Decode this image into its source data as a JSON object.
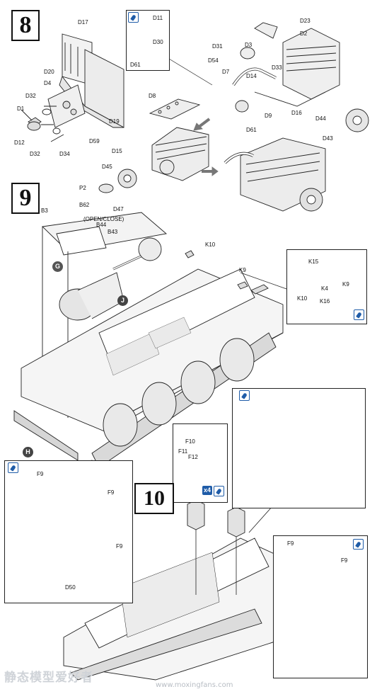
{
  "steps": {
    "s8": "8",
    "s9": "9",
    "s10": "10"
  },
  "step8_labels": {
    "d17": "D17",
    "d20": "D20",
    "d4": "D4",
    "d32a": "D32",
    "d1": "D1",
    "d12": "D12",
    "d32b": "D32",
    "d34": "D34",
    "d59": "D59",
    "d19": "D19",
    "d8": "D8",
    "d15": "D15",
    "d45": "D45",
    "p2": "P2",
    "d11": "D11",
    "d30": "D30",
    "d61a": "D61",
    "d23": "D23",
    "d2": "D2",
    "d31": "D31",
    "d3": "D3",
    "d54": "D54",
    "d33": "D33",
    "d7": "D7",
    "d14": "D14",
    "d9": "D9",
    "d16": "D16",
    "d61b": "D61",
    "d44": "D44",
    "d43": "D43"
  },
  "step9_labels": {
    "b3": "B3",
    "b62": "B62",
    "d47": "D47",
    "open_close": "(OPEN/CLOSE)",
    "b44": "B44",
    "b43": "B43",
    "k10a": "K10",
    "k9a": "K9",
    "k15": "K15",
    "k4": "K4",
    "k9b": "K9",
    "k10b": "K10",
    "k16": "K16"
  },
  "step10_labels": {
    "f10": "F10",
    "f11": "F11",
    "f12": "F12",
    "qty": "x4",
    "f9a": "F9",
    "f9b": "F9",
    "f9c": "F9",
    "d50": "D50",
    "f9d": "F9",
    "f9e": "F9"
  },
  "markers": {
    "g": "G",
    "j": "J",
    "h": "H"
  },
  "watermark": {
    "cn": "静态模型爱好者",
    "url": "www.moxingfans.com"
  },
  "colors": {
    "ink": "#111111",
    "glue_blue": "#1f5ca8",
    "watermark": "#cfd3d8"
  }
}
